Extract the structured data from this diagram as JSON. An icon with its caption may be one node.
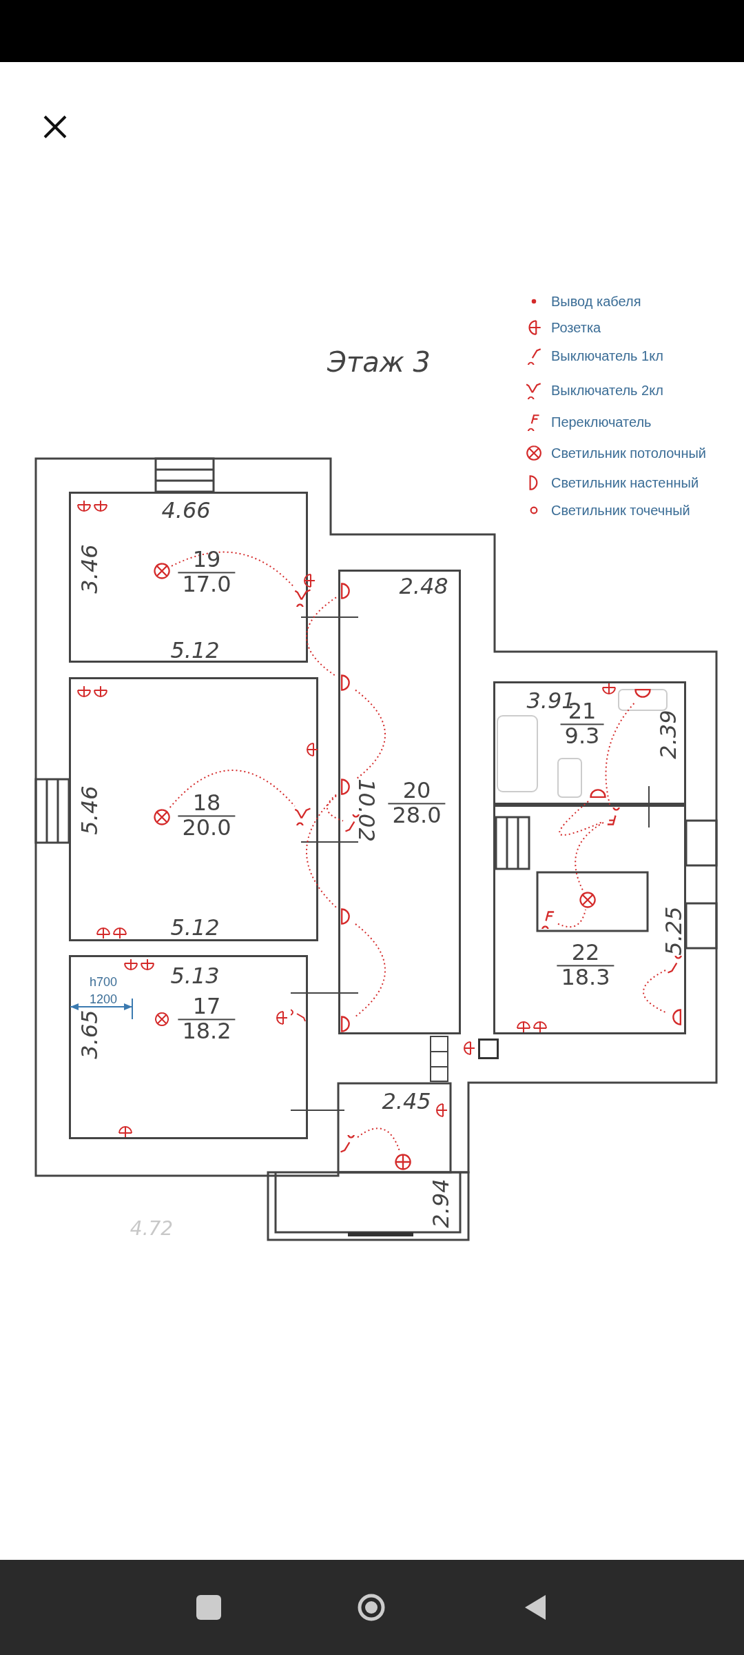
{
  "diagram": {
    "title": "Этаж 3",
    "nodes": [
      {
        "text": [
          "19",
          "17.0"
        ]
      },
      {
        "text": [],
        "shape": "circle",
        "in": 0
      },
      {
        "text": [],
        "shape": "switch",
        "in": 0
      },
      {
        "text": [
          "20",
          "28.0"
        ]
      },
      {
        "text": [],
        "shape": "semicircle",
        "in": 3
      },
      {
        "text": [],
        "shape": "semicircle",
        "in": 3
      },
      {
        "text": [],
        "shape": "semicircle",
        "in": 3
      },
      {
        "text": [],
        "shape": "switch",
        "in": 3
      },
      {
        "text": [],
        "shape": "semicircle",
        "in": 3
      },
      {
        "text": [],
        "shape": "semicircle",
        "in": 3
      },
      {
        "text": [
          "18",
          "20.0"
        ]
      },
      {
        "text": [],
        "shape": "circle",
        "in": 10
      },
      {
        "text": [],
        "shape": "switch",
        "in": 10
      },
      {
        "text": [
          "21",
          "9.3"
        ]
      },
      {
        "text": [],
        "shape": "semicircle",
        "in": 13
      },
      {
        "text": [],
        "shape": "semicircle",
        "in": 13
      },
      {
        "text": [
          "22",
          "18.3"
        ]
      },
      {
        "text": [],
        "shape": "switch",
        "in": 16
      },
      {
        "text": [],
        "shape": "circle",
        "in": 16
      },
      {
        "text": [],
        "shape": "switch",
        "in": 16
      },
      {
        "text": [],
        "shape": "switch",
        "in": 16
      },
      {
        "text": [],
        "shape": "semicircle",
        "in": 16
      },
      {
        "text": [
          "17",
          "18.2"
        ]
      },
      {
        "text": [],
        "shape": "switch"
      },
      {
        "text": [],
        "shape": "circle"
      }
    ],
    "edges": [
      {
        "from": 1,
        "to": 2,
        "arrow": "none"
      },
      {
        "from": 11,
        "to": 12,
        "arrow": "none"
      },
      {
        "from": 4,
        "to": 5,
        "arrow": "none"
      },
      {
        "from": 5,
        "to": 6,
        "arrow": "none"
      },
      {
        "from": 6,
        "to": 7,
        "arrow": "none"
      },
      {
        "from": 6,
        "to": 8,
        "arrow": "none"
      },
      {
        "from": 8,
        "to": 9,
        "arrow": "none"
      },
      {
        "from": 14,
        "to": 17,
        "arrow": "none"
      },
      {
        "from": 15,
        "to": 17,
        "arrow": "none"
      },
      {
        "from": 17,
        "to": 18,
        "arrow": "none"
      },
      {
        "from": 19,
        "to": 18,
        "arrow": "none"
      },
      {
        "from": 20,
        "to": 21,
        "arrow": "none"
      },
      {
        "from": 23,
        "to": 24,
        "arrow": "none"
      }
    ],
    "labels": [
      "4.66",
      "3.46",
      "2.48",
      "5.12",
      "3.91",
      "2.39",
      "5.46",
      "10.02",
      "5.25",
      "5.12",
      "5.13",
      "h700",
      "1200",
      "3.65",
      "2.45",
      "2.94",
      "4.72"
    ],
    "legend": [
      {
        "text": "Вывод кабеля"
      },
      {
        "text": "Розетка"
      },
      {
        "text": "Выключатель 1кл"
      },
      {
        "text": "Выключатель 2кл"
      },
      {
        "text": "Переключатель"
      },
      {
        "text": "Светильник потолочный"
      },
      {
        "text": "Светильник настенный"
      },
      {
        "text": "Светильник точечный"
      }
    ]
  }
}
